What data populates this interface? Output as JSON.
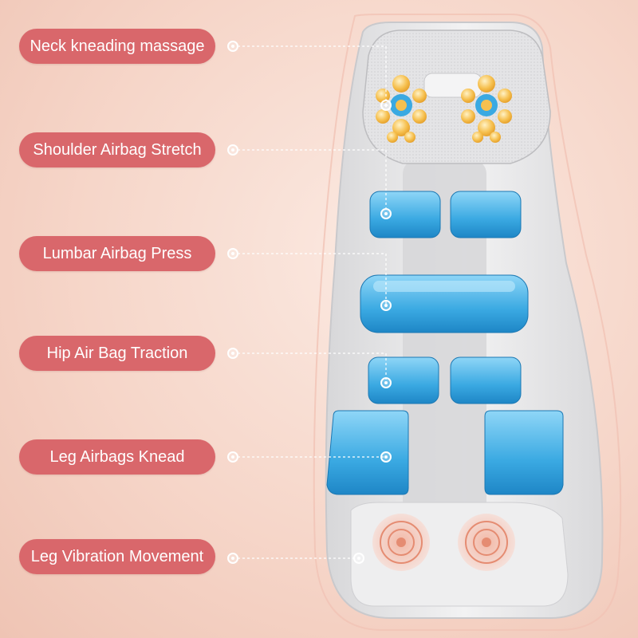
{
  "labels": [
    {
      "text": "Neck kneading massage"
    },
    {
      "text": "Shoulder Airbag Stretch"
    },
    {
      "text": "Lumbar Airbag Press"
    },
    {
      "text": "Hip Air Bag Traction"
    },
    {
      "text": "Leg Airbags Knead"
    },
    {
      "text": "Leg Vibration Movement"
    }
  ],
  "colors": {
    "label_background": "#d9676b",
    "label_text": "#ffffff",
    "airbag_blue": "#3aa9e2",
    "kneading_node": "#f3b13a",
    "vibration_ring": "#e9a28c",
    "mat_body": "#e9e9ea"
  },
  "icons": [
    "massage-node-icon",
    "vibration-icon",
    "callout-dot-icon"
  ]
}
